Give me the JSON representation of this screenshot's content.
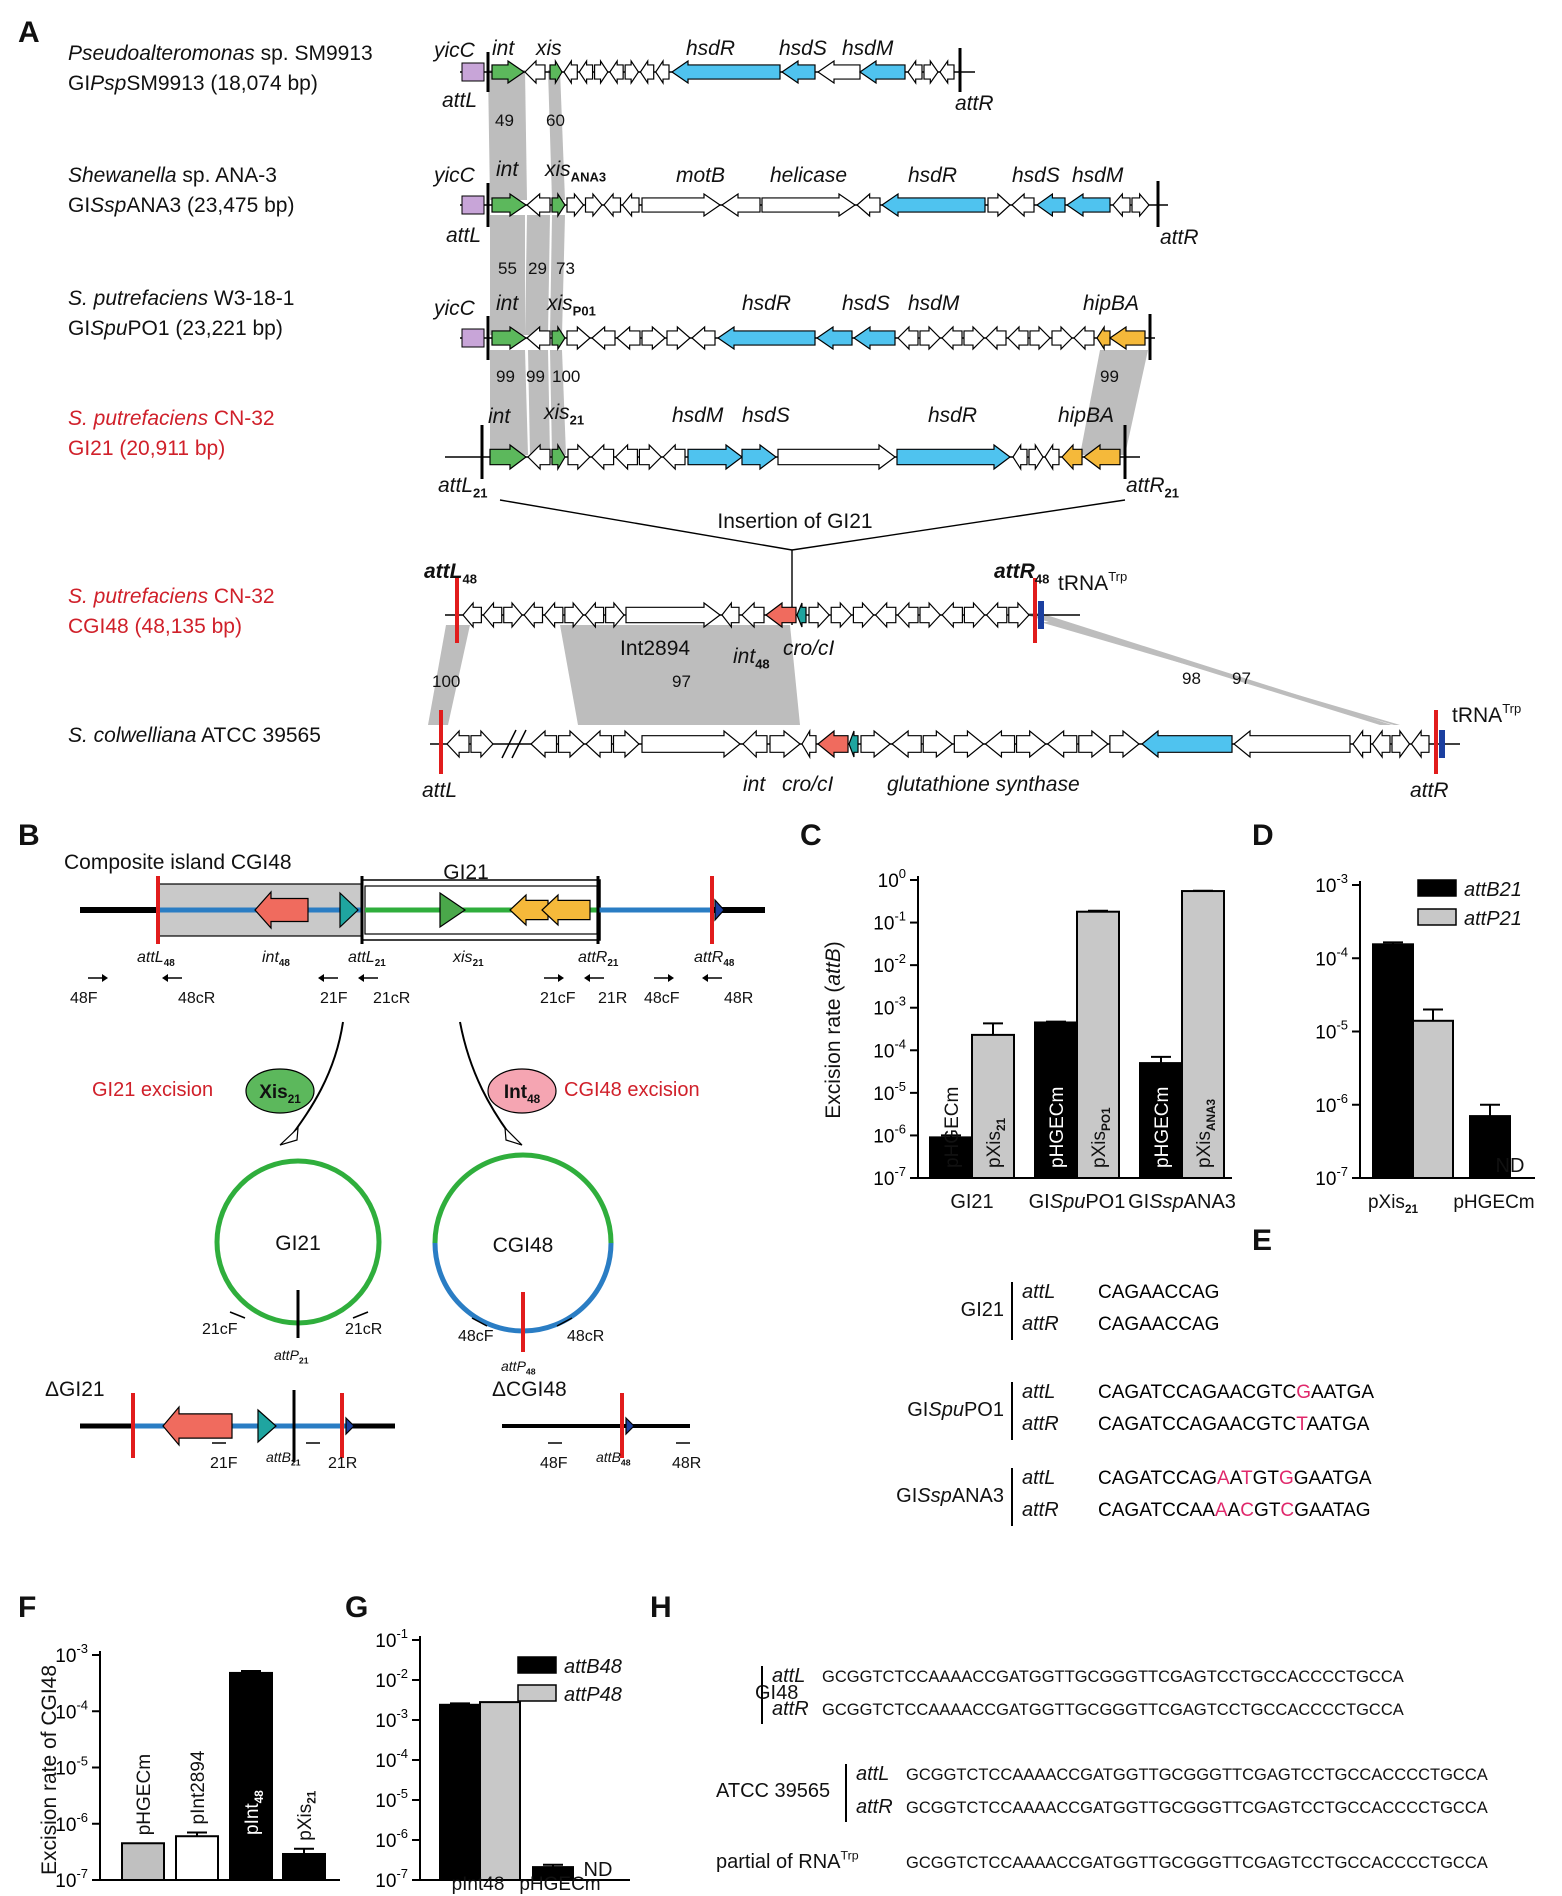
{
  "panels": {
    "A": {
      "letter": "A",
      "tracks": [
        {
          "org": "Pseudoalteromonas",
          "org_rest": " sp. SM9913",
          "island_pre": "GI",
          "island_it": "Psp",
          "island_post": "SM9913 (18,074 bp)"
        },
        {
          "org": "Shewanella",
          "org_rest": " sp. ANA-3",
          "island_pre": "GI",
          "island_it": "Ssp",
          "island_post": "ANA3 (23,475 bp)"
        },
        {
          "org": "S. putrefaciens",
          "org_rest": " W3-18-1",
          "island_pre": "GI",
          "island_it": "Spu",
          "island_post": "PO1 (23,221 bp)"
        },
        {
          "org": "S. putrefaciens",
          "org_rest": " CN-32",
          "island_pre": "GI21 (20,911 bp)",
          "island_it": "",
          "island_post": ""
        },
        {
          "org": "S. putrefaciens",
          "org_rest": " CN-32",
          "island_pre": "CGI48 (48,135 bp)",
          "island_it": "",
          "island_post": ""
        },
        {
          "org": "S. colwelliana",
          "org_rest": " ATCC 39565",
          "island_pre": "",
          "island_it": "",
          "island_post": ""
        }
      ],
      "insertion_label": "Insertion of GI21",
      "identities": [
        "49",
        "60",
        "55",
        "29",
        "73",
        "99",
        "99",
        "100",
        "99",
        "100",
        "97",
        "98",
        "97"
      ],
      "gene_labels": {
        "yicC": "yicC",
        "int": "int",
        "xis": "xis",
        "hsdR": "hsdR",
        "hsdS": "hsdS",
        "hsdM": "hsdM",
        "motB": "motB",
        "helicase": "helicase",
        "hipBA": "hipBA",
        "attL": "attL",
        "attR": "attR",
        "ANA3": "ANA3",
        "P01": "P01",
        "sub21": "21",
        "sub48": "48",
        "Int2894": "Int2894",
        "crocI": "cro/cI",
        "gsyn": "glutathione synthase",
        "tRNA": "tRNA",
        "Trp": "Trp"
      }
    },
    "B": {
      "letter": "B",
      "composite_title": "Composite island CGI48",
      "gi21": "GI21",
      "cgi48": "CGI48",
      "labels": {
        "attL48": "attL",
        "int48": "int",
        "attL21": "attL",
        "xis21": "xis",
        "attR21": "attR",
        "attR48": "attR",
        "attP21": "attP",
        "attB21": "attB",
        "attP48": "attP",
        "attB48": "attB",
        "s48": "48",
        "s21": "21"
      },
      "primers": [
        "48F",
        "48cR",
        "21F",
        "21cR",
        "21cF",
        "21R",
        "48cF",
        "48R"
      ],
      "gi21_excision": "GI21 excision",
      "cgi48_excision": "CGI48 excision",
      "xis_enz": "Xis",
      "int_enz": "Int",
      "delta_gi21": "ΔGI21",
      "delta_cgi48": "ΔCGI48"
    },
    "C": {
      "letter": "C",
      "ylabel_pre": "Excision rate (",
      "ylabel_it": "attB",
      "ylabel_post": ")",
      "bar_labels": [
        "pHGECm",
        "pXis",
        "pHGECm",
        "pXis",
        "pHGECm",
        "pXis"
      ],
      "bar_subs": [
        "",
        "21",
        "",
        "PO1",
        "",
        "ANA3"
      ]
    },
    "D": {
      "letter": "D",
      "bar_sub": "21",
      "nd": "ND"
    },
    "E": {
      "letter": "E",
      "groups": [
        {
          "name_pre": "GI21",
          "name_it": "",
          "name_post": "",
          "rows": [
            {
              "site": "attL",
              "seq": "CAGAACCAG",
              "red": []
            },
            {
              "site": "attR",
              "seq": "CAGAACCAG",
              "red": []
            }
          ]
        },
        {
          "name_pre": "GI",
          "name_it": "Spu",
          "name_post": "PO1",
          "rows": [
            {
              "site": "attL",
              "seq": "CAGATCCAGAACGTCGAATGA",
              "red": [
                15
              ]
            },
            {
              "site": "attR",
              "seq": "CAGATCCAGAACGTCTAATGA",
              "red": [
                15
              ]
            }
          ]
        },
        {
          "name_pre": "GI",
          "name_it": "Ssp",
          "name_post": "ANA3",
          "rows": [
            {
              "site": "attL",
              "seq": "CAGATCCAGAATGTGGAATGA",
              "red": [
                9,
                11,
                14
              ]
            },
            {
              "site": "attR",
              "seq": "CAGATCCAAAACGTCGAATAG",
              "red": [
                9,
                11,
                14
              ]
            }
          ]
        }
      ]
    },
    "F": {
      "letter": "F",
      "ylabel": "Excision rate of CGI48",
      "bar_labels": [
        "pHGECm",
        "pInt2894",
        "pInt",
        "pXis"
      ],
      "bar_subs": [
        "",
        "",
        "48",
        "21"
      ]
    },
    "G": {
      "letter": "G",
      "bar_sub": "48",
      "nd": "ND"
    },
    "H": {
      "letter": "H",
      "groups": [
        {
          "name": "GI48",
          "rows": [
            {
              "site": "attL",
              "seq": "GCGGTCTCCAAAACCGATGGTTGCGGGTTCGAGTCCTGCCACCCCTGCCA"
            },
            {
              "site": "attR",
              "seq": "GCGGTCTCCAAAACCGATGGTTGCGGGTTCGAGTCCTGCCACCCCTGCCA"
            }
          ]
        },
        {
          "name": "ATCC 39565",
          "rows": [
            {
              "site": "attL",
              "seq": "GCGGTCTCCAAAACCGATGGTTGCGGGTTCGAGTCCTGCCACCCCTGCCA"
            },
            {
              "site": "attR",
              "seq": "GCGGTCTCCAAAACCGATGGTTGCGGGTTCGAGTCCTGCCACCCCTGCCA"
            }
          ]
        }
      ],
      "partial_label": "partial of RNA",
      "partial_sup": "Trp",
      "partial_seq": "GCGGTCTCCAAAACCGATGGTTGCGGGTTCGAGTCCTGCCACCCCTGCCA"
    }
  },
  "chart_data": [
    {
      "panel": "C",
      "type": "bar",
      "categories": [
        "GI21",
        "GISpuPO1",
        "GISspANA3"
      ],
      "category_parts": [
        [
          "GI21",
          "",
          ""
        ],
        [
          "GI",
          "Spu",
          "PO1"
        ],
        [
          "GI",
          "Ssp",
          "ANA3"
        ]
      ],
      "series": [
        {
          "values": [
            9e-07,
            0.00045,
            5e-05
          ],
          "errors": [
            1e-07,
            2e-05,
            2e-05
          ],
          "color": "#000000"
        },
        {
          "values": [
            0.00023,
            0.18,
            0.55
          ],
          "errors": [
            0.0002,
            0.01,
            0.01
          ],
          "color": "#c8c8c8"
        }
      ],
      "ylabel": "Excision rate (attB)",
      "yscale": "log",
      "ylim": [
        1e-07,
        1
      ],
      "ytick_exponents": [
        0,
        -1,
        -2,
        -3,
        -4,
        -5,
        -6,
        -7
      ]
    },
    {
      "panel": "D",
      "type": "bar",
      "categories": [
        "pXis21",
        "pHGECm"
      ],
      "series": [
        {
          "name": "attB21",
          "values": [
            0.000155,
            7e-07
          ],
          "errors": [
            1e-05,
            3e-07
          ],
          "color": "#000000"
        },
        {
          "name": "attP21",
          "values": [
            1.4e-05,
            null
          ],
          "errors": [
            6e-06,
            0
          ],
          "color": "#c8c8c8"
        }
      ],
      "yscale": "log",
      "ylim": [
        1e-07,
        0.001
      ],
      "ytick_exponents": [
        -3,
        -4,
        -5,
        -6,
        -7
      ],
      "legend": "top-right"
    },
    {
      "panel": "F",
      "type": "bar",
      "categories": [
        "pHGECm",
        "pInt2894",
        "pInt48",
        "pXis21"
      ],
      "values": [
        4.5e-07,
        6e-07,
        0.00048,
        2.9e-07
      ],
      "errors": [
        0,
        1e-07,
        4e-05,
        7e-08
      ],
      "colors": [
        "#c0c0c0",
        "#ffffff",
        "#000000",
        "#000000"
      ],
      "ylabel": "Excision rate of CGI48",
      "yscale": "log",
      "ylim": [
        1e-07,
        0.001
      ],
      "ytick_exponents": [
        -3,
        -4,
        -5,
        -6,
        -7
      ]
    },
    {
      "panel": "G",
      "type": "bar",
      "categories": [
        "pInt48",
        "pHGECm"
      ],
      "series": [
        {
          "name": "attB48",
          "values": [
            0.0024,
            2.1e-07
          ],
          "errors": [
            0.0002,
            3e-08
          ],
          "color": "#000000"
        },
        {
          "name": "attP48",
          "values": [
            0.0028,
            null
          ],
          "errors": [
            0,
            0
          ],
          "color": "#c8c8c8"
        }
      ],
      "yscale": "log",
      "ylim": [
        1e-07,
        0.1
      ],
      "ytick_exponents": [
        -1,
        -2,
        -3,
        -4,
        -5,
        -6,
        -7
      ],
      "legend": "top-right"
    }
  ]
}
